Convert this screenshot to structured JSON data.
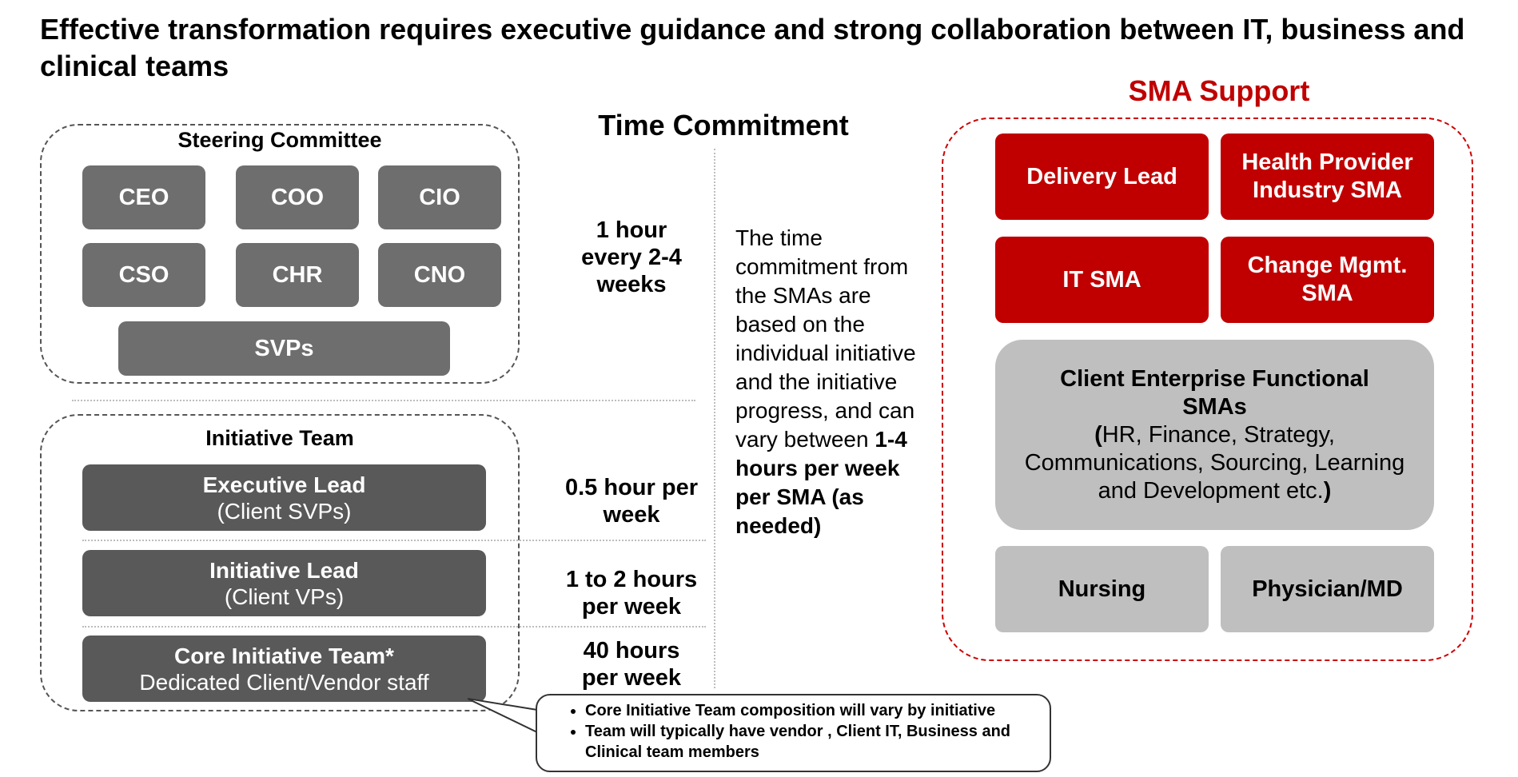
{
  "title": "Effective transformation requires executive guidance and strong collaboration between IT, business and clinical teams",
  "time_heading": "Time Commitment",
  "steering": {
    "label": "Steering Committee",
    "roles": [
      "CEO",
      "COO",
      "CIO",
      "CSO",
      "CHR",
      "CNO"
    ],
    "svps": "SVPs",
    "time": "1 hour every 2-4 weeks"
  },
  "initiative": {
    "label": "Initiative Team",
    "rows": [
      {
        "title": "Executive Lead",
        "sub": "(Client SVPs)",
        "time": "0.5 hour per week"
      },
      {
        "title": "Initiative Lead",
        "sub": "(Client VPs)",
        "time": "1 to 2 hours per week"
      },
      {
        "title": "Core Initiative Team*",
        "sub": "Dedicated Client/Vendor staff",
        "time": "40 hours per week"
      }
    ]
  },
  "note": {
    "text": "The time commitment from the SMAs are based on the individual initiative and the initiative progress, and can vary between ",
    "bold": "1-4 hours per week per SMA (as needed)"
  },
  "sma": {
    "label": "SMA Support",
    "boxes": {
      "delivery_lead": "Delivery Lead",
      "health_provider": "Health Provider Industry SMA",
      "it_sma": "IT SMA",
      "change_mgmt": "Change Mgmt. SMA",
      "client_title": "Client Enterprise Functional SMAs",
      "client_open": "(",
      "client_list": "HR, Finance, Strategy, Communications, Sourcing, Learning and Development etc.",
      "client_close": ")",
      "nursing": "Nursing",
      "physician": "Physician/MD"
    }
  },
  "callout": {
    "items": [
      "Core Initiative Team composition will vary by initiative",
      "Team will typically have vendor , Client IT, Business and Clinical team members"
    ]
  },
  "colors": {
    "accent_red": "#c00000",
    "box_grey": "#6e6e6e",
    "box_dark": "#595959",
    "box_light": "#bfbfbf"
  }
}
